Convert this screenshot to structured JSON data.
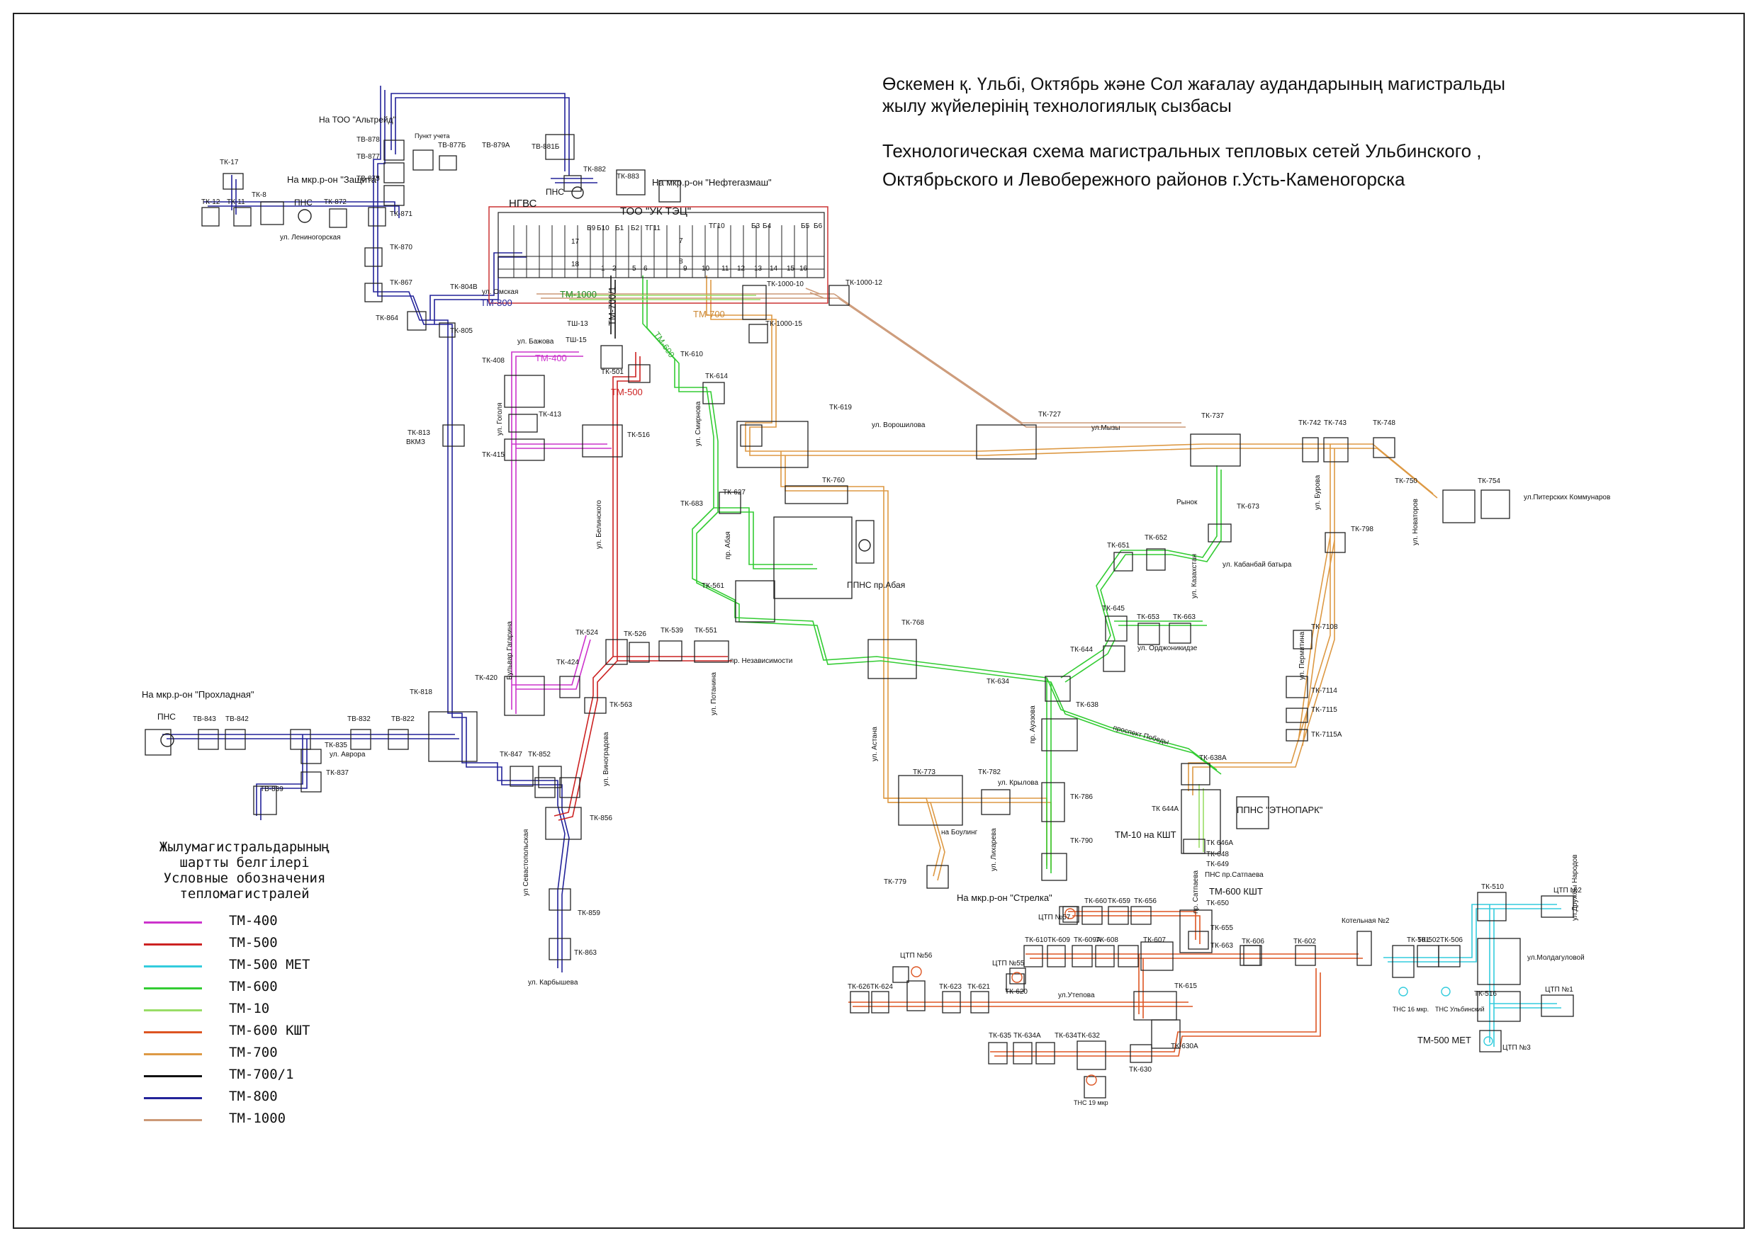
{
  "title": {
    "kz_line1": "Өскемен қ. Үльбі, Октябрь және Сол жағалау аудандарының магистральды",
    "kz_line2": "жылу жүйелерінің технологиялық сызбасы",
    "ru_line1": "Технологическая схема магистральных тепловых сетей Ульбинского ,",
    "ru_line2": "Октябрьского и Левобережного районов г.Усть-Каменогорска"
  },
  "colors": {
    "TM-400": "#cc33cc",
    "TM-500": "#cc2222",
    "TM-500-MET": "#33ccdd",
    "TM-600": "#33cc33",
    "TM-10": "#99dd66",
    "TM-600-KSHT": "#dd5522",
    "TM-700": "#dd9944",
    "TM-700-1": "#111111",
    "TM-800": "#222299",
    "TM-1000": "#cc9977",
    "station": "#cc3333"
  },
  "legend": {
    "heading_kz": "Жылумагистральдарының шартты белгілері",
    "heading_ru": "Условные обозначения тепломагистралей",
    "items": [
      {
        "label": "ТМ-400",
        "color": "#cc33cc"
      },
      {
        "label": "ТМ-500",
        "color": "#cc2222"
      },
      {
        "label": "ТМ-500 МЕТ",
        "color": "#33ccdd"
      },
      {
        "label": "ТМ-600",
        "color": "#33cc33"
      },
      {
        "label": "ТМ-10",
        "color": "#99dd66"
      },
      {
        "label": "ТМ-600 КШТ",
        "color": "#dd5522"
      },
      {
        "label": "ТМ-700",
        "color": "#dd9944"
      },
      {
        "label": "ТМ-700/1",
        "color": "#111111"
      },
      {
        "label": "ТМ-800",
        "color": "#222299"
      },
      {
        "label": "ТМ-1000",
        "color": "#cc9977"
      }
    ]
  },
  "labels": {
    "station": "ТОО \"УК ТЭЦ\"",
    "ngvs": "НГВС",
    "altreid": "На ТОО \"Альтрейд\"",
    "zaschita": "На мкр.р-он \"Защита\"",
    "neftegaz": "На мкр.р-он \"Нефтегазмаш\"",
    "prokhladnaya": "На мкр.р-он \"Прохладная\"",
    "strelka": "На мкр.р-он \"Стрелка\"",
    "pns": "ПНС",
    "ppns_abaya": "ППНС пр.Абая",
    "ppns_etnopark": "ППНС \"ЭТНОПАРК\"",
    "tm10_ksht": "ТМ-10 на КШТ",
    "tm600_ksht": "ТМ-600 КШТ",
    "tm500_met": "ТМ-500 МЕТ",
    "kotelnaya2": "Котельная №2",
    "punkt_ucheta": "Пункт учета",
    "rynok": "Рынок",
    "vkmz": "ВКМЗ",
    "pns_sattaeva": "ПНС пр.Сатпаева",
    "tns16": "ТНС 16 мкр.",
    "tns_ulb": "ТНС Ульбинский",
    "tns19": "ТНС 19 мкр"
  },
  "line_tags": {
    "tm1000": "ТМ-1000",
    "tm700": "ТМ-700",
    "tm700_1": "ТМ-700/1",
    "tm600": "ТМ-600",
    "tm400": "ТМ-400",
    "tm500": "ТМ-500",
    "tm800": "ТМ-800"
  },
  "streets": {
    "leninogorskaya": "ул. Лениногорская",
    "omskaya": "ул. Омская",
    "bazhova": "ул. Бажова",
    "gogolya": "ул. Гоголя",
    "belinskogo": "ул. Белинского",
    "smirnova": "ул. Смирнова",
    "abaya": "пр. Абая",
    "voroshilova": "ул. Ворошилова",
    "myzy": "ул.Мызы",
    "burova": "ул. Бурова",
    "novatorov": "ул. Новаторов",
    "piterskikh": "ул.Питерских Коммунаров",
    "kabanbay": "ул. Кабанбай батыра",
    "kazakhstan": "ул. Казахстан",
    "ordzhonikidze": "ул. Орджоникидзе",
    "bulvar": "Бульвар Гагарина",
    "nezavisimosti": "пр. Независимости",
    "potanina": "ул. Потанина",
    "vinogradova": "ул. Виноградова",
    "astana": "ул. Астана",
    "auezova": "пр. Ауэзова",
    "pobedy": "проспект Победы",
    "permitina": "ул. Пермитина",
    "avrora": "ул. Аврора",
    "sevastopolskaya": "ул Севастопольская",
    "karbysheva": "ул. Карбышева",
    "krylova": "ул. Крылова",
    "lihareva": "ул. Лихарева",
    "boulling": "на Боулинг",
    "sattaeva": "пр. Сатпаева",
    "moldagulova": "ул.Молдагуловой",
    "utepova": "ул.Утепова",
    "druzhby": "ул.Дружбы Народов"
  },
  "nodes": {
    "n1": "ТВ-878",
    "n2": "ТВ-877",
    "n3": "ТВ-875",
    "n4": "ТВ-877Б",
    "n5": "ТВ-879А",
    "n6": "ТВ-881Б",
    "n7": "ТК-882",
    "n8": "ТК-883",
    "n9": "ТК-17",
    "n10": "ТК-12",
    "n11": "ТК-11",
    "n12": "ТК-8",
    "n13": "ТК-872",
    "n14": "ТК-871",
    "n15": "ТК-870",
    "n16": "ТК-867",
    "n17": "ТК-864",
    "n18": "ТК-804В",
    "n19": "ТК-805",
    "n20": "ТК-813",
    "n21": "ТК-818",
    "n22": "ТВ-822",
    "n23": "ТВ-832",
    "n24": "ТВ-842",
    "n25": "ТВ-843",
    "n26": "ТК-835",
    "n27": "ТК-837",
    "n28": "ТВ-839",
    "n29": "ТК-847",
    "n30": "ТК-852",
    "n31": "ТК-856",
    "n32": "ТК-859",
    "n33": "ТК-863",
    "n34": "ТК-408",
    "n35": "ТК-413",
    "n36": "ТК-415",
    "n37": "ТК-420",
    "n38": "ТК-424",
    "n39": "ТК-524",
    "n40": "ТК-526",
    "n41": "ТК-539",
    "n42": "ТК-551",
    "n43": "ТК-563",
    "n44": "ТК-516",
    "n45": "ТК-501",
    "n46": "ТШ-15",
    "n47": "ТШ-13",
    "n48": "ТК-610",
    "n49": "ТК-614",
    "n50": "ТК-683",
    "n51": "ТК-627",
    "n52": "ТК-561",
    "n53": "ТК-619",
    "n54": "ТК-760",
    "n55": "ТК-1000-10",
    "n56": "ТК-1000-15",
    "n57": "ТК-1000-12",
    "n58": "ТК-727",
    "n59": "ТК-737",
    "n60": "ТК-742",
    "n61": "ТК-743",
    "n62": "ТК-748",
    "n63": "ТК-750",
    "n64": "ТК-754",
    "n65": "ТК-798",
    "n66": "ТК-673",
    "n67": "ТК-651",
    "n68": "ТК-652",
    "n69": "ТК-645",
    "n70": "ТК-653",
    "n71": "ТК-663",
    "n72": "ТК-644",
    "n73": "ТК-768",
    "n74": "ТК-634",
    "n75": "ТК-638",
    "n76": "ТК-638А",
    "n77": "ТК-773",
    "n78": "ТК-782",
    "n79": "ТК-786",
    "n80": "ТК-790",
    "n81": "ТК-779",
    "n82": "ТК-7108",
    "n83": "ТК-7114",
    "n84": "ТК-7115",
    "n85": "ТК-7115А",
    "n86": "ТК 644А",
    "n87": "ТК 646А",
    "n88": "ТК-648",
    "n89": "ТК-649",
    "n90": "ТК-650",
    "n91": "ТК-655",
    "n92": "ТК-663",
    "n93": "ТК-606",
    "n94": "ТК-602",
    "n95": "ТК-660",
    "n96": "ТК-659",
    "n97": "ТК-656",
    "n98": "ТК-610",
    "n99": "ТК-609",
    "n100": "ТК-609А",
    "n101": "ТК-608",
    "n102": "ТК-607",
    "n103": "ТК-615",
    "n104": "ТК-630А",
    "n105": "ТК-630",
    "n106": "ТК-632",
    "n107": "ТК-634",
    "n108": "ТК-634А",
    "n109": "ТК-635",
    "n110": "ТК-620",
    "n111": "ТК-621",
    "n112": "ТК-623",
    "n113": "ТК-624",
    "n114": "ТК-626",
    "n115": "ЦТП №56",
    "n116": "ЦТП №55",
    "n117": "ЦТП №57",
    "n118": "ТК-501",
    "n119": "ТК-502",
    "n120": "ТК-506",
    "n121": "ТК-510",
    "n122": "ТК-516",
    "n123": "ЦТП №2",
    "n124": "ЦТП №1",
    "n125": "ЦТП №3"
  },
  "station_numbers": {
    "sn1": "Б9",
    "sn2": "Б10",
    "sn3": "Б1",
    "sn4": "Б2",
    "sn5": "ТГ11",
    "sn6": "ТГ10",
    "sn7": "Б3",
    "sn8": "Б4",
    "sn9": "Б5",
    "sn10": "Б6",
    "sn11": "17",
    "sn12": "18",
    "sn13": "7",
    "sn14": "8",
    "sn15": "1",
    "sn16": "2",
    "sn17": "5",
    "sn18": "6",
    "sn19": "9",
    "sn20": "10",
    "sn21": "11",
    "sn22": "12",
    "sn23": "13",
    "sn24": "14",
    "sn25": "15",
    "sn26": "16"
  }
}
